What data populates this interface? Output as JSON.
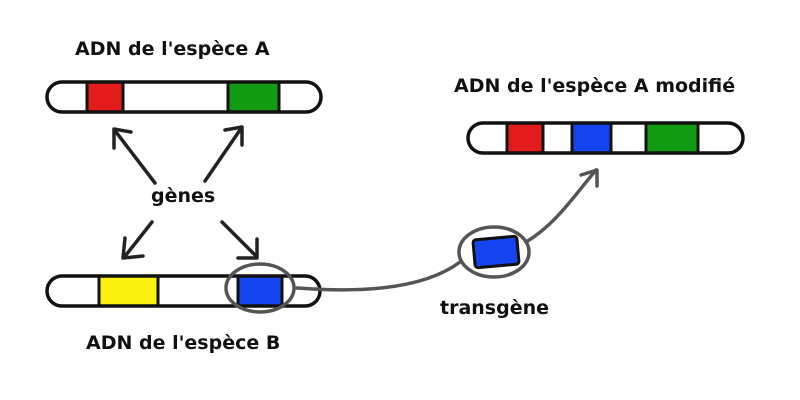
{
  "labels": {
    "species_a": "ADN de l'espèce A",
    "species_a_modified": "ADN de l'espèce A modifié",
    "genes": "gènes",
    "species_b": "ADN de l'espèce B",
    "transgene": "transgène"
  },
  "colors": {
    "outline": "#111111",
    "red_gene": "#e21b1b",
    "green_gene": "#139a13",
    "blue_gene": "#1645f0",
    "yellow_gene": "#f8f20e",
    "arrow": "#222222",
    "circle": "#555555",
    "transfer_line": "#555555"
  }
}
